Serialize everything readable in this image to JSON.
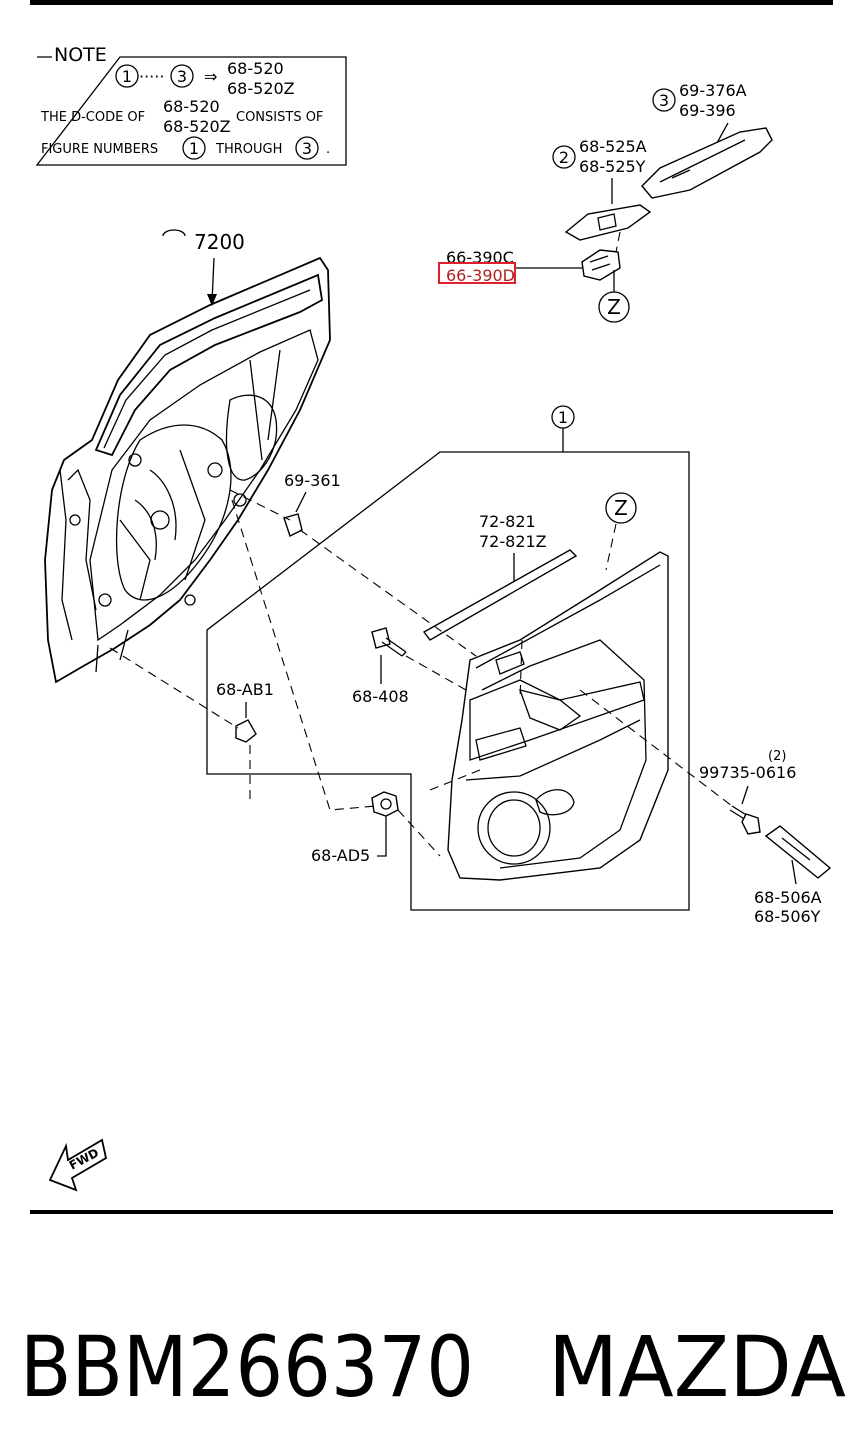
{
  "note": {
    "heading": "NOTE",
    "range_from": "1",
    "range_to": "3",
    "dots": "·····",
    "arrow": "⇒",
    "codes": [
      "68-520",
      "68-520Z"
    ],
    "line2_prefix": "THE D-CODE OF",
    "line2_codes": [
      "68-520",
      "68-520Z"
    ],
    "line2_suffix": "CONSISTS OF",
    "line3_prefix": "FIGURE NUMBERS",
    "line3_from": "1",
    "line3_mid": "THROUGH",
    "line3_to": "3",
    "line3_end": "."
  },
  "labels": {
    "door_shell": "7200",
    "garnish_num": "3",
    "garnish_codes": [
      "69-376A",
      "69-396"
    ],
    "switch_panel_num": "2",
    "switch_panel_codes": [
      "68-525A",
      "68-525Y"
    ],
    "switch_codes": [
      "66-390C",
      "66-390D"
    ],
    "detail_z_top": "Z",
    "trim_num": "1",
    "clip_69_361": "69-361",
    "weatherstrip_codes": [
      "72-821",
      "72-821Z"
    ],
    "detail_z_trim": "Z",
    "bolt_68_408": "68-408",
    "clip_68_ab1": "68-AB1",
    "screw_qty": "(2)",
    "screw_code": "99735-0616",
    "clip_68_ad5": "68-AD5",
    "cap_codes": [
      "68-506A",
      "68-506Y"
    ],
    "fwd": "FWD"
  },
  "highlight": {
    "code": "66-390D",
    "color": "#e0202a"
  },
  "footer": {
    "part_number": "BBM266370",
    "brand": "MAZDA"
  }
}
